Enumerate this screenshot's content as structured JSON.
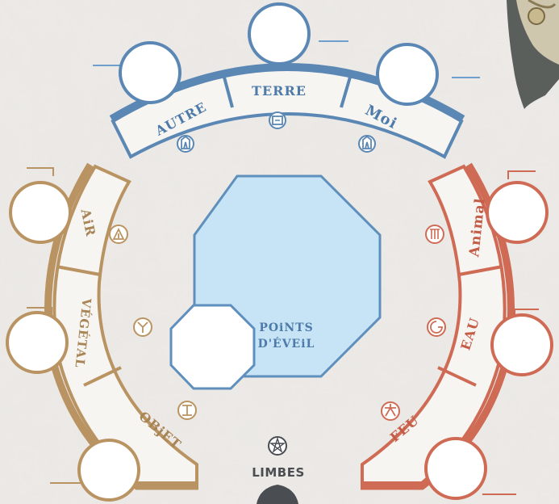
{
  "colors": {
    "blue": "#5b87b4",
    "blue_light": "#6f9fcc",
    "gold": "#b99462",
    "red": "#cf6b55",
    "octagon_fill": "#c6e4f6",
    "octagon_stroke": "#5f8fbd",
    "paper": "#ece9e5",
    "grey": "#4a4e52"
  },
  "top_arc": {
    "autre": {
      "label": "AUTRE",
      "icon": "tower-icon"
    },
    "terre": {
      "label": "TERRE",
      "icon": "square-box-icon"
    },
    "moi": {
      "label": "Moi",
      "icon": "tower-icon"
    }
  },
  "left_arc": {
    "air": {
      "label": "AiR",
      "icon": "triangle-icon"
    },
    "vegetal": {
      "label": "VÉGÉTAL",
      "icon": "sprout-icon"
    },
    "objet": {
      "label": "OBjET",
      "icon": "i-beam-icon"
    }
  },
  "right_arc": {
    "animal": {
      "label": "Animal",
      "icon": "bars-icon"
    },
    "eau": {
      "label": "EAU",
      "icon": "spiral-icon"
    },
    "feu": {
      "label": "FEU",
      "icon": "asterisk-icon"
    }
  },
  "center": {
    "line1": "POiNTS",
    "line2": "D'ÉVEiL"
  },
  "limbes": {
    "label": "LIMBES",
    "icon": "pentagram-icon"
  }
}
